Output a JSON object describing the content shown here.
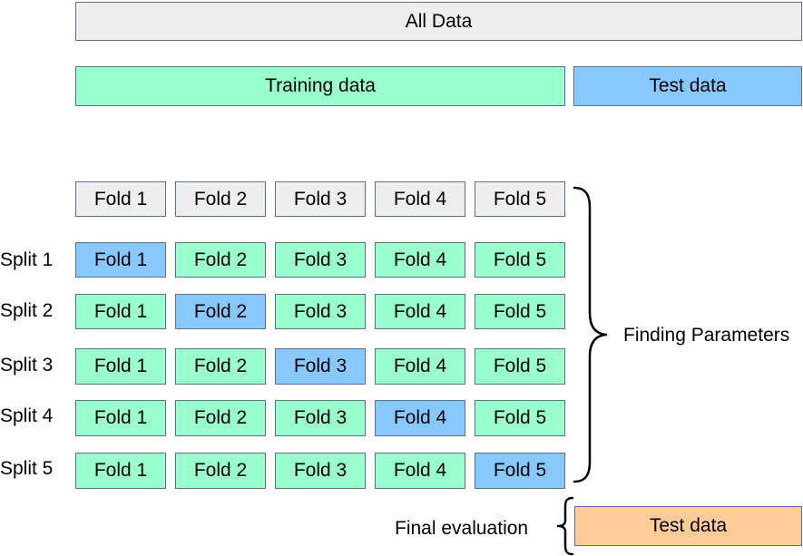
{
  "top": {
    "all_data": "All Data",
    "training_data": "Training data",
    "test_data": "Test data"
  },
  "header_folds": [
    "Fold 1",
    "Fold 2",
    "Fold 3",
    "Fold 4",
    "Fold 5"
  ],
  "splits": [
    {
      "label": "Split 1",
      "folds": [
        "Fold 1",
        "Fold 2",
        "Fold 3",
        "Fold 4",
        "Fold 5"
      ],
      "test_fold": 1
    },
    {
      "label": "Split 2",
      "folds": [
        "Fold 1",
        "Fold 2",
        "Fold 3",
        "Fold 4",
        "Fold 5"
      ],
      "test_fold": 2
    },
    {
      "label": "Split 3",
      "folds": [
        "Fold 1",
        "Fold 2",
        "Fold 3",
        "Fold 4",
        "Fold 5"
      ],
      "test_fold": 3
    },
    {
      "label": "Split 4",
      "folds": [
        "Fold 1",
        "Fold 2",
        "Fold 3",
        "Fold 4",
        "Fold 5"
      ],
      "test_fold": 4
    },
    {
      "label": "Split 5",
      "folds": [
        "Fold 1",
        "Fold 2",
        "Fold 3",
        "Fold 4",
        "Fold 5"
      ],
      "test_fold": 5
    }
  ],
  "finding_parameters": "Finding Parameters",
  "final_evaluation": "Final evaluation",
  "final_test_data": "Test data",
  "colors": {
    "all_data": "#eeeeee",
    "training": "#99ffcc",
    "validation": "#87c8ff",
    "final_test": "#ffcc99",
    "border": "#5a6f91"
  }
}
